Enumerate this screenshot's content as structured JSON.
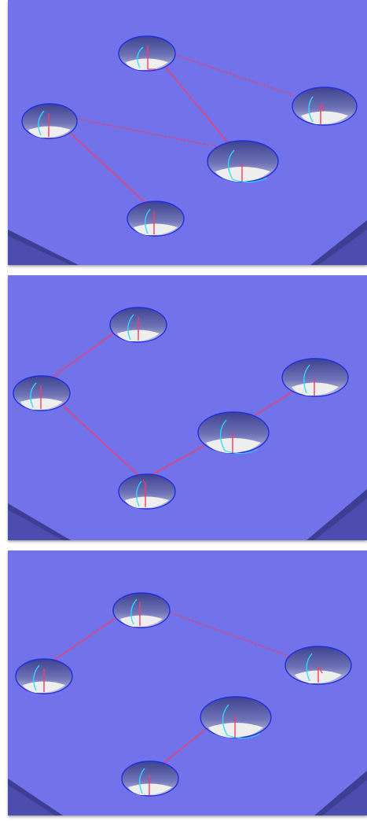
{
  "colors": {
    "plate": "#7272ea",
    "plate_edge": "#5b5bc4",
    "hole_outline": "#1f2fe0",
    "hole_wall_top": "#4a4fa0",
    "hole_wall_bottom": "#9a9ccc",
    "hole_floor": "#eeeeee",
    "toolpath": "#ff3b5c",
    "arc": "#22e0ff",
    "background": "#ffffff"
  },
  "panels": [
    {
      "id": "panel-1",
      "holes": 5,
      "path_style": "mixed-dashed"
    },
    {
      "id": "panel-2",
      "holes": 5,
      "path_style": "solid"
    },
    {
      "id": "panel-3",
      "holes": 5,
      "path_style": "mixed-dashed"
    }
  ]
}
